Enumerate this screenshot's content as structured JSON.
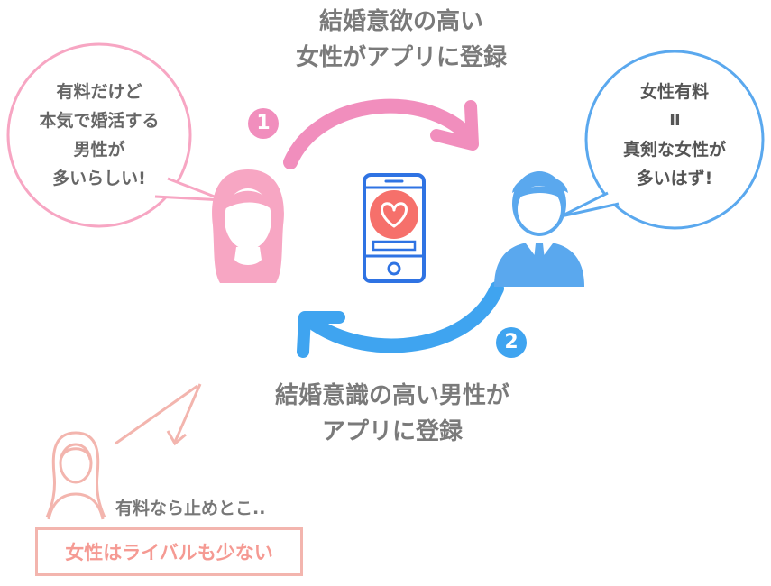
{
  "top_caption": [
    "結婚意欲の高い",
    "女性がアプリに登録"
  ],
  "bottom_caption": [
    "結婚意識の高い男性が",
    "アプリに登録"
  ],
  "left_bubble": [
    "有料だけど",
    "本気で婚活する",
    "男性が",
    "多いらしい!"
  ],
  "right_bubble": [
    "女性有料",
    "II",
    "真剣な女性が",
    "多いはず!"
  ],
  "step1_label": "1",
  "step2_label": "2",
  "note_text": "有料なら止めとこ..",
  "boxed_text": "女性はライバルも少ない",
  "icons": [
    "woman-icon",
    "man-icon",
    "smartphone-icon",
    "heart-icon",
    "woman-outline-icon"
  ],
  "colors": {
    "pink": "#f7a6c3",
    "pink_arrow": "#f18ebd",
    "blue": "#5aa8ee",
    "blue_arrow": "#3fa4f0",
    "salmon": "#f3b5ae",
    "heart": "#f6706b",
    "phone": "#2f73e3"
  }
}
